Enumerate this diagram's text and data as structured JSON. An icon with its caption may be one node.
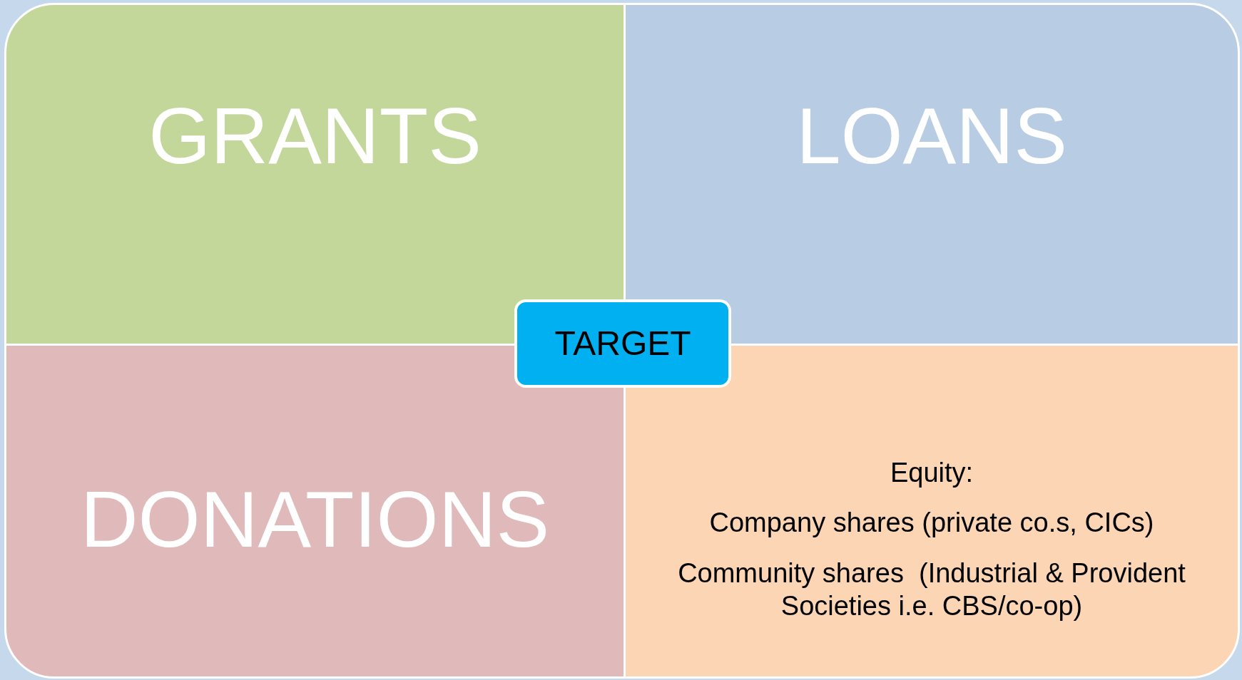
{
  "diagram": {
    "nodes": [
      {
        "text": [
          "GRANTS"
        ]
      },
      {
        "text": [
          "LOANS"
        ]
      },
      {
        "text": [
          "TARGET"
        ]
      },
      {
        "text": [
          "DONATIONS"
        ]
      },
      {
        "text": [
          "Equity:",
          "Company shares (private co.s, CICs)",
          "Community shares  (Industrial & Provident Societies i.e. CBS/co-op)"
        ]
      }
    ]
  }
}
